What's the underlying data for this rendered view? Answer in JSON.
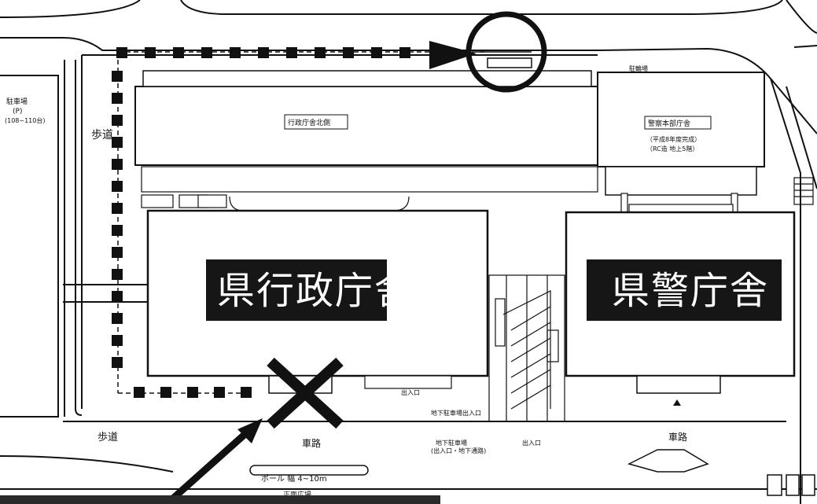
{
  "map": {
    "buildings": {
      "main_admin": "県行政庁舎",
      "police": "県警庁舎",
      "north_wing_sign": "行政庁舎北側",
      "annex_sign": "警察本部庁舎",
      "annex_note_1": "（平成8年度完成）",
      "annex_note_2": "（RC造 地上5階）"
    },
    "labels": {
      "sidewalk_west": "歩道",
      "sidewalk_south": "歩道",
      "roadway_center": "車路",
      "roadway_east": "車路",
      "parking_note": "ポール 幅 4~10m",
      "street_bottom": "正面広場",
      "west_note_1": "駐車場",
      "west_note_2": "(P)",
      "west_note_3": "(108~110台)",
      "entrance_note_1": "出入口",
      "entrance_note_2": "地下駐車場出入口",
      "underground_1": "地下駐車場",
      "underground_2": "(出入口・地下通路)",
      "ramp_note": "出入口",
      "north_note": "駐輪場"
    },
    "colors": {
      "ink": "#111111",
      "paper": "#ffffff",
      "label_bg": "#161616"
    },
    "icons": {
      "target_marker": "circle-marker-icon",
      "wrong_marker": "x-mark-icon",
      "direction_arrow": "arrow-icon",
      "building_entry": "triangle-entry-icon"
    }
  }
}
